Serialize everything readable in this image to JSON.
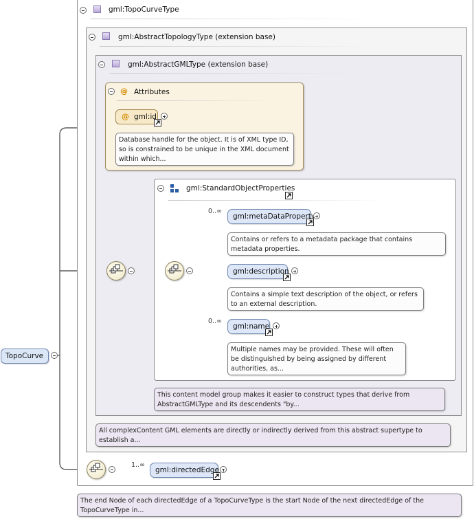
{
  "root": {
    "label": "TopoCurve"
  },
  "types": {
    "topo_curve": {
      "label": "gml:TopoCurveType"
    },
    "abstract_topology": {
      "label": "gml:AbstractTopologyType (extension base)"
    },
    "abstract_gml": {
      "label": "gml:AbstractGMLType (extension base)"
    }
  },
  "attributes": {
    "header": "Attributes",
    "id_label": "gml:id",
    "id_doc": "Database handle for the object. It is of XML type ID, so is constrained to be unique in the XML document within which..."
  },
  "standard_props": {
    "label": "gml:StandardObjectProperties",
    "group_doc": "This content model group makes it easier to construct types that derive from AbstractGMLType and its descendents \"by...",
    "elements": [
      {
        "cardinality": "0..∞",
        "label": "gml:metaDataProperty",
        "doc": "Contains or refers to a metadata package that contains metadata properties."
      },
      {
        "cardinality": "",
        "label": "gml:description",
        "doc": "Contains a simple text description of the object, or refers to an external description."
      },
      {
        "cardinality": "0..∞",
        "label": "gml:name",
        "doc": "Multiple names may be provided. These will often be distinguished by being assigned by different authorities, as..."
      }
    ]
  },
  "abstract_gml_doc": "All complexContent GML elements are directly or indirectly derived from this abstract supertype to establish a...",
  "directed_edge": {
    "cardinality": "1..∞",
    "label": "gml:directedEdge",
    "doc": "The end Node of each directedEdge of a TopoCurveType is the start Node of the next directedEdge of the TopoCurveType in..."
  }
}
